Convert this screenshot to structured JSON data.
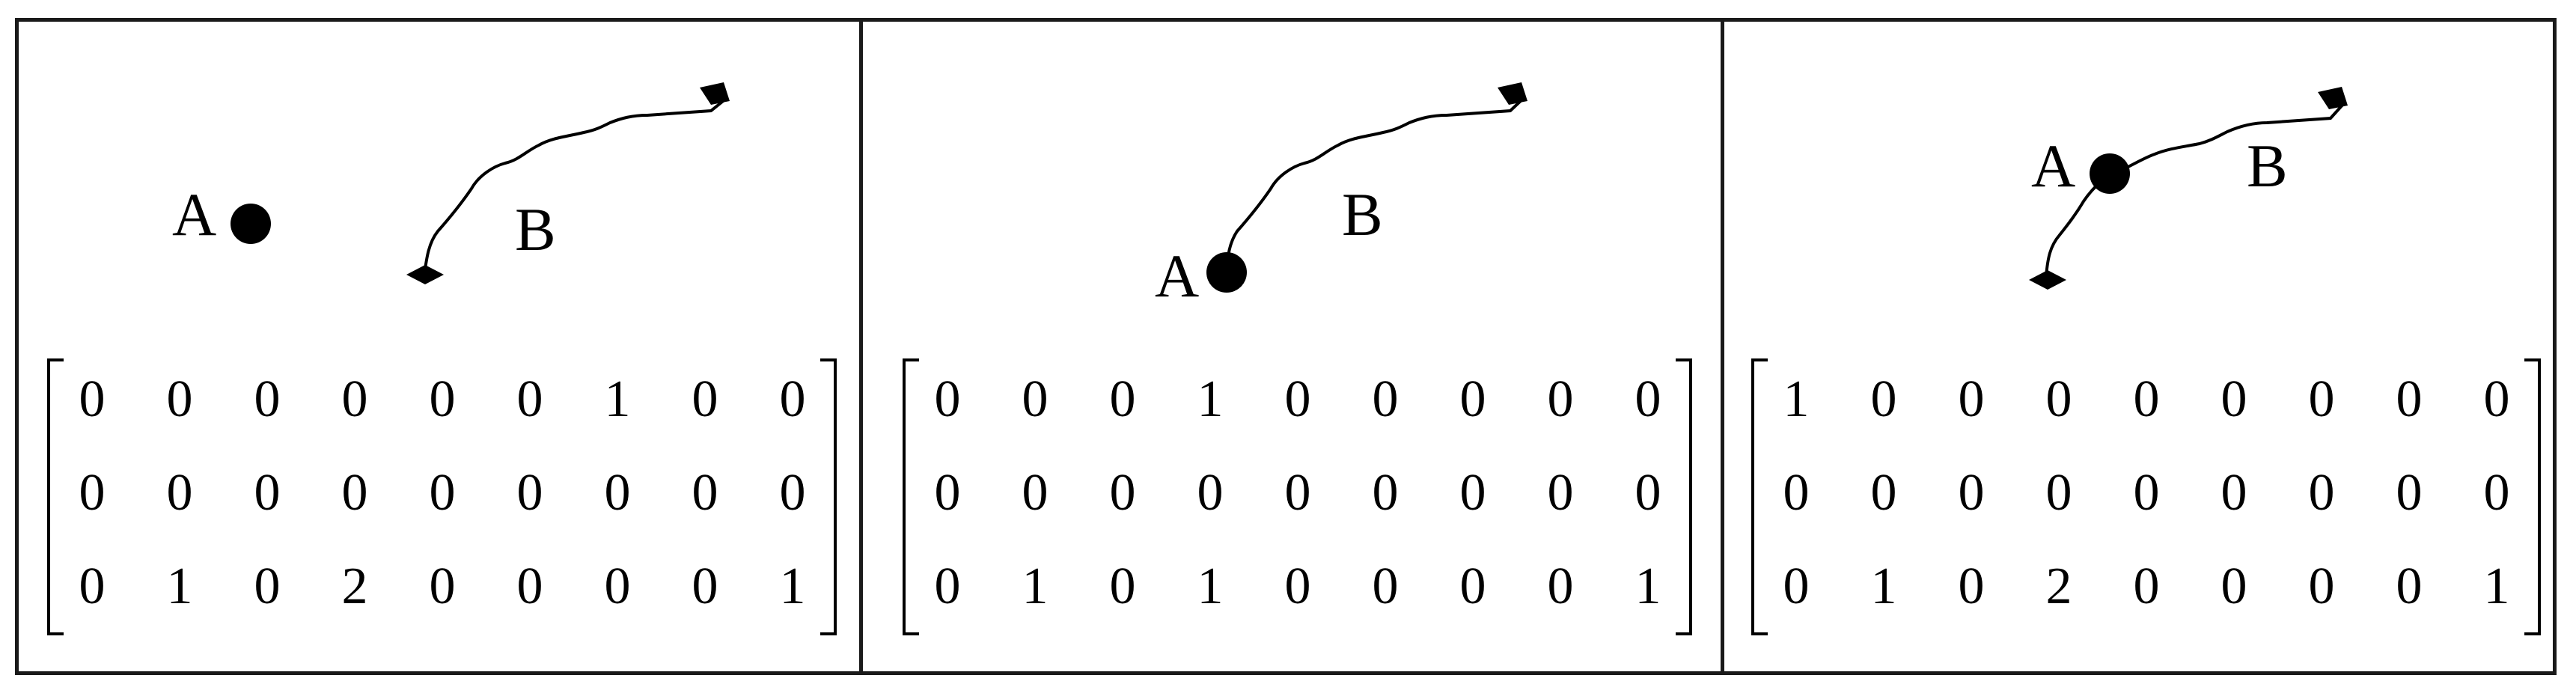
{
  "panels": [
    {
      "label_a": "A",
      "label_b": "B",
      "matrix": [
        [
          "0",
          "0",
          "0",
          "0",
          "0",
          "0",
          "1",
          "0",
          "0"
        ],
        [
          "0",
          "0",
          "0",
          "0",
          "0",
          "0",
          "0",
          "0",
          "0"
        ],
        [
          "0",
          "1",
          "0",
          "2",
          "0",
          "0",
          "0",
          "0",
          "1"
        ]
      ]
    },
    {
      "label_a": "A",
      "label_b": "B",
      "matrix": [
        [
          "0",
          "0",
          "0",
          "1",
          "0",
          "0",
          "0",
          "0",
          "0"
        ],
        [
          "0",
          "0",
          "0",
          "0",
          "0",
          "0",
          "0",
          "0",
          "0"
        ],
        [
          "0",
          "1",
          "0",
          "1",
          "0",
          "0",
          "0",
          "0",
          "1"
        ]
      ]
    },
    {
      "label_a": "A",
      "label_b": "B",
      "matrix": [
        [
          "1",
          "0",
          "0",
          "0",
          "0",
          "0",
          "0",
          "0",
          "0"
        ],
        [
          "0",
          "0",
          "0",
          "0",
          "0",
          "0",
          "0",
          "0",
          "0"
        ],
        [
          "0",
          "1",
          "0",
          "2",
          "0",
          "0",
          "0",
          "0",
          "1"
        ]
      ]
    }
  ]
}
